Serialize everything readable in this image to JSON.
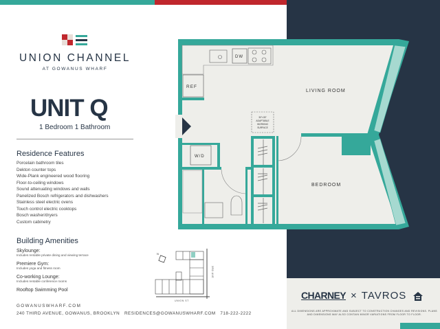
{
  "brand": {
    "name": "UNION CHANNEL",
    "subtitle": "AT GOWANUS WHARF",
    "colors": {
      "teal": "#35a89a",
      "red": "#c0272d",
      "navy": "#263445"
    }
  },
  "unit": {
    "title": "UNIT Q",
    "rooms": "1 Bedroom  1 Bathroom"
  },
  "residence_features": {
    "heading": "Residence Features",
    "items": [
      "Porcelain bathroom tiles",
      "Dekton counter tops",
      "Wide-Plank engineered wood flooring",
      "Floor-to-ceiling windows",
      "Sound attenuating windows and walls",
      "Panelized Bosch refrigerators and dishwashers",
      "Stainless steel electric ovens",
      "Touch control electric cooktops",
      "Bosch washer/dryers",
      "Custom cabinetry"
    ]
  },
  "building_amenities": {
    "heading": "Building Amenities",
    "items": [
      {
        "title": "Skylounge:",
        "desc": "Includes rentable private dining and viewing terrace"
      },
      {
        "title": "Premiere Gym:",
        "desc": "Includes yoga and fitness room"
      },
      {
        "title": "Co-working Lounge:",
        "desc": "Includes rentable conference rooms"
      },
      {
        "title": "Rooftop Swimming Pool",
        "desc": ""
      }
    ]
  },
  "key_map": {
    "street_bottom": "UNION ST",
    "street_right": "3RD AVE",
    "north": "N"
  },
  "footer": {
    "website": "GOWANUSWHARF.COM",
    "contact": "240 THIRD AVENUE, GOWANUS, BROOKLYN   RESIDENCES@GOWANUSWHARF.COM   718-222-2222"
  },
  "floorplan": {
    "living_room": "LIVING ROOM",
    "bedroom": "BEDROOM",
    "ref": "REF",
    "dw": "DW",
    "wd": "W/D",
    "working_surface": [
      "30\"×30\"",
      "ADAPTABLE",
      "WORKING",
      "SURFACE"
    ]
  },
  "partners": {
    "charney": "CHARNEY",
    "times": "×",
    "tavros": "TAVROS",
    "disclaimer": "ALL DIMENSIONS ARE APPROXIMATE AND SUBJECT TO CONSTRUCTION CHANGES AND REVISIONS. PLANS AND DIMENSIONS MAY ALSO CONTAIN MINOR VARIATIONS FROM FLOOR TO FLOOR.",
    "equal_housing_icon": "equal-housing-icon"
  }
}
